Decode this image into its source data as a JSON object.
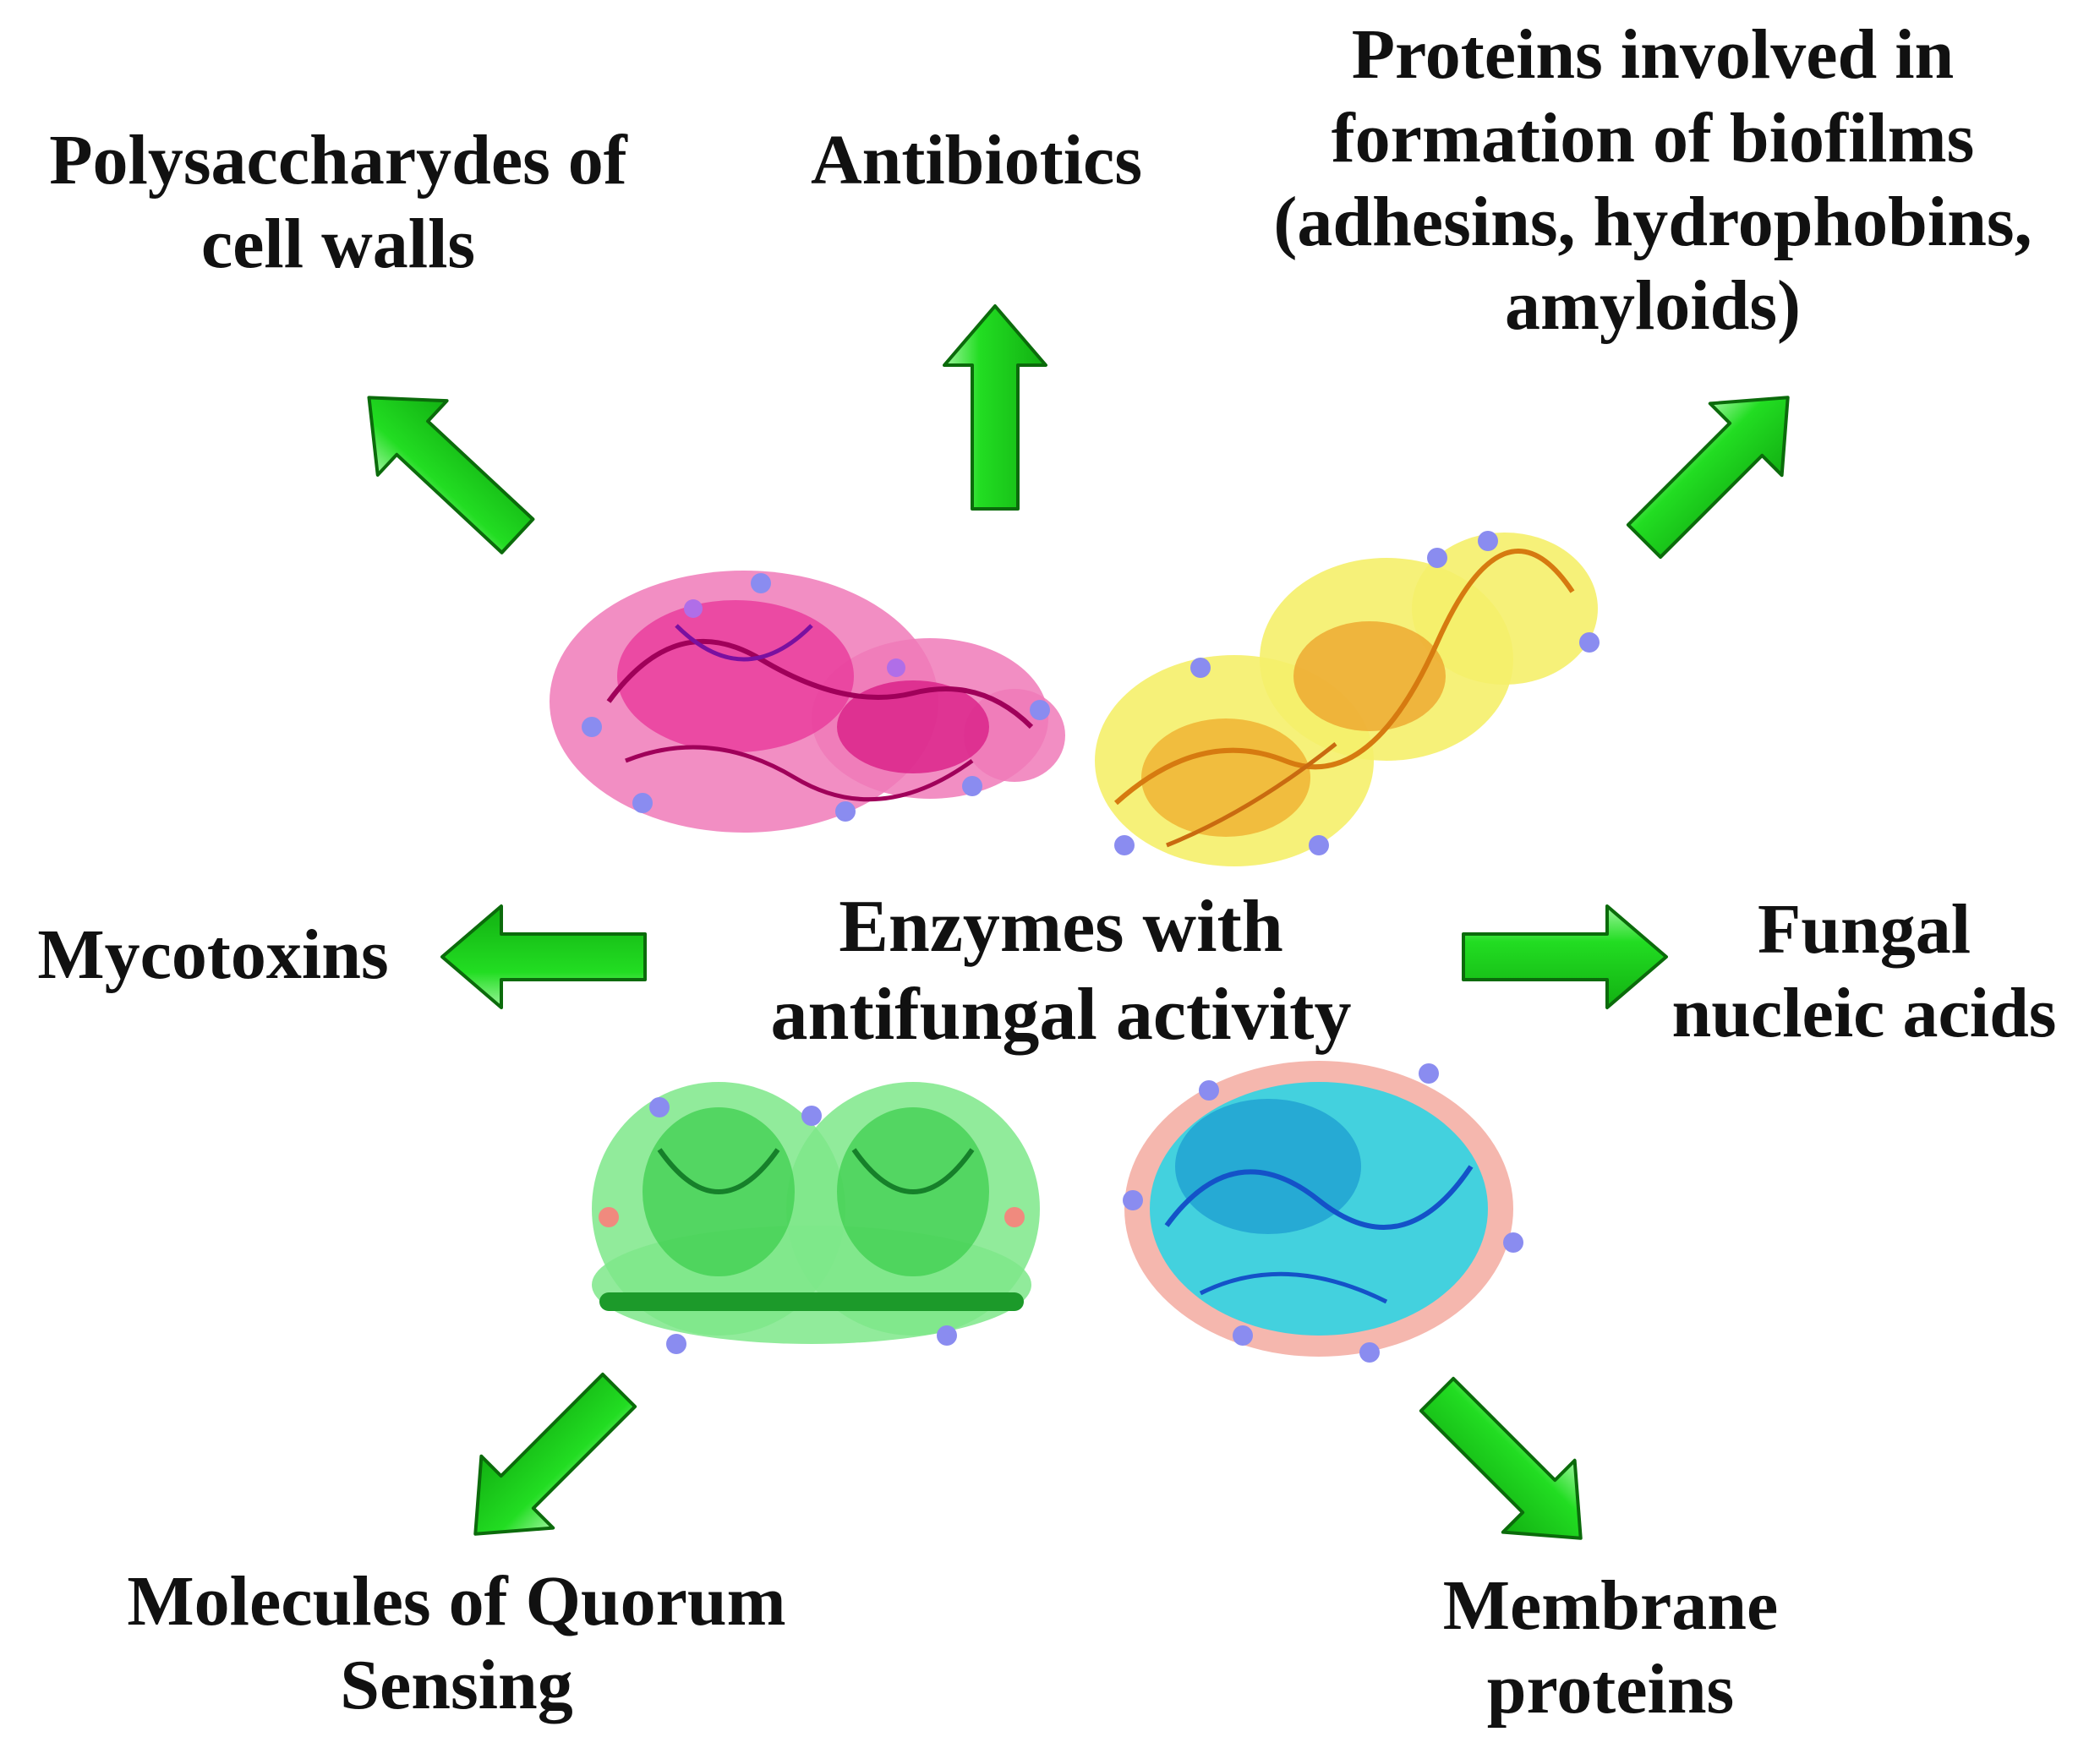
{
  "center": {
    "lines": [
      "Enzymes with",
      "antifungal activity"
    ]
  },
  "targets": [
    {
      "id": "polysaccharides",
      "lines": [
        "Polysaccharydes of",
        "cell walls"
      ]
    },
    {
      "id": "antibiotics",
      "lines": [
        "Antibiotics"
      ]
    },
    {
      "id": "biofilm-proteins",
      "lines": [
        "Proteins involved in",
        "formation of biofilms",
        "(adhesins, hydrophobins,",
        "amyloids)"
      ]
    },
    {
      "id": "mycotoxins",
      "lines": [
        "Mycotoxins"
      ]
    },
    {
      "id": "nucleic-acids",
      "lines": [
        "Fungal",
        "nucleic acids"
      ]
    },
    {
      "id": "quorum-sensing",
      "lines": [
        "Molecules of Quorum",
        "Sensing"
      ]
    },
    {
      "id": "membrane-proteins",
      "lines": [
        "Membrane",
        "proteins"
      ]
    }
  ],
  "colors": {
    "arrow_fill": "#22dd22",
    "arrow_stroke": "#0b6b0b",
    "protein_magenta": "#e8399b",
    "protein_yellow": "#f2e23a",
    "protein_green": "#3fcf4f",
    "protein_cyan": "#23d6e6",
    "atom_blue": "#8a8cf0",
    "atom_salmon": "#f08a7e"
  },
  "icons": [
    "arrow-icon",
    "protein-structure-icon"
  ]
}
